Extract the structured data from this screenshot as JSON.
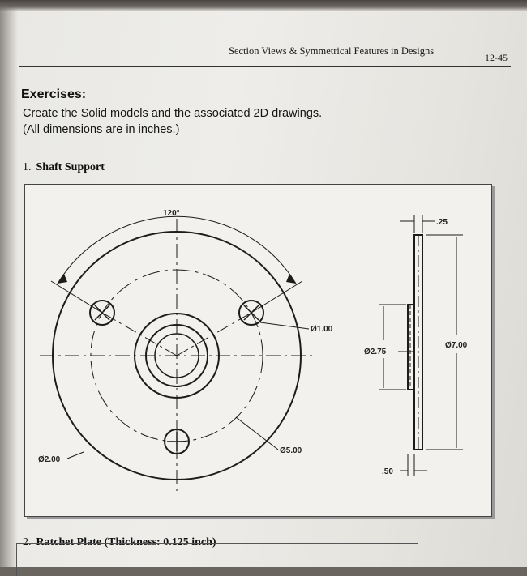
{
  "header": {
    "title": "Section Views & Symmetrical Features in Designs",
    "page_number": "12-45"
  },
  "exercises": {
    "heading": "Exercises:",
    "line1": "Create the Solid models and the associated 2D drawings.",
    "line2": "(All dimensions are in inches.)"
  },
  "item1": {
    "number": "1.",
    "title": "Shaft Support"
  },
  "drawing": {
    "angle": "120°",
    "hole_dia": "Ø1.00",
    "bolt_circle": "Ø5.00",
    "outer_dia": "Ø2.00",
    "side_thickness": ".25",
    "hub_dia": "Ø2.75",
    "flange_dia": "Ø7.00",
    "hub_length": ".50"
  },
  "item2": {
    "number": "2.",
    "title": "Ratchet Plate (Thickness: 0.125 inch)"
  }
}
